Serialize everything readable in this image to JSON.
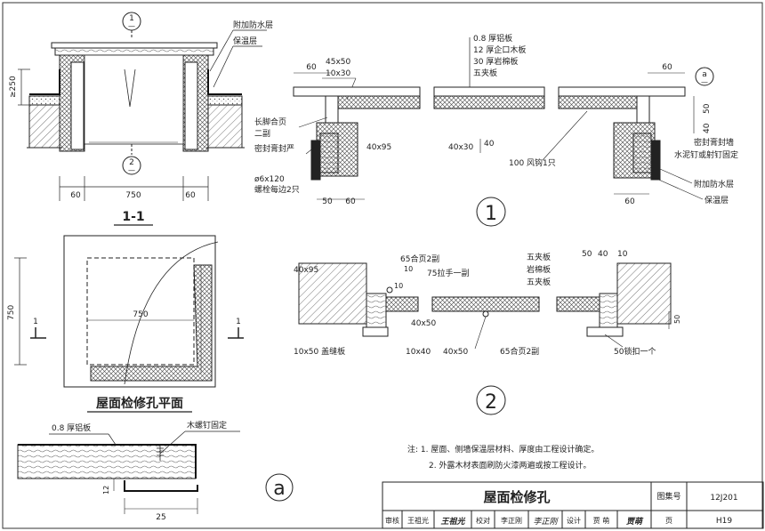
{
  "section_1_1": {
    "marker_top": "1",
    "marker_bottom": "2",
    "marker_sub": "—",
    "dim_height": "≥250",
    "dim_left": "60",
    "dim_mid": "750",
    "dim_right": "60",
    "label_waterproof": "附加防水层",
    "label_insulation": "保温层",
    "caption": "1-1"
  },
  "plan": {
    "dim_side": "750",
    "dim_inner": "750",
    "cut_left": "1",
    "cut_right": "1",
    "caption": "屋面检修孔平面"
  },
  "detail_1": {
    "label_al": "0.8 厚铝板",
    "label_wood": "12 厚企口木板",
    "label_rockwool": "30 厚岩棉板",
    "label_ply": "五夹板",
    "dim_45x50": "45x50",
    "dim_10x30": "10x30",
    "dim_60_left": "60",
    "dim_60_right": "60",
    "label_hinge": "长脚合页",
    "label_hinge2": "二副",
    "label_seal": "密封膏封严",
    "dim_40x95": "40x95",
    "dim_40x30": "40x30",
    "dim_40": "40",
    "dim_50": "50",
    "dim_40_right": "40",
    "label_hook": "100 风钩1只",
    "label_bolt": "ø6x120",
    "label_bolt2": "螺栓每边2只",
    "dim_50_bottom": "50",
    "dim_60_bottom": "60",
    "dim_60_right_bottom": "60",
    "label_seal_wall": "密封膏封墙",
    "label_nail": "水泥钉或射钉固定",
    "label_waterproof": "附加防水层",
    "label_insulation": "保温层",
    "marker_a": "a",
    "marker_a_sub": "—",
    "number": "1"
  },
  "detail_2": {
    "dim_40x95": "40x95",
    "label_hinge65": "65合页2副",
    "label_handle": "75拉手一副",
    "dim_10": "10",
    "dim_10b": "10",
    "label_ply": "五夹板",
    "label_rockwool": "岩棉板",
    "label_ply2": "五夹板",
    "dim_50": "50",
    "dim_40": "40",
    "dim_10_right": "10",
    "dim_40x50": "40x50",
    "label_cover": "10x50 盖缝板",
    "dim_10x40": "10x40",
    "dim_40x50_b": "40x50",
    "label_hinge65b": "65合页2副",
    "label_lock": "50锁扣一个",
    "dim_50_side": "50",
    "number": "2"
  },
  "detail_a": {
    "label_al": "0.8 厚铝板",
    "label_screw": "木螺钉固定",
    "dim_12": "12",
    "dim_25": "25",
    "marker": "a"
  },
  "notes": {
    "line1": "注: 1. 屋面、侧墙保温层材料、厚度由工程设计确定。",
    "line2": "2. 外露木材表面刷防火漆两遍或按工程设计。"
  },
  "title_block": {
    "title": "屋面检修孔",
    "atlas_label": "图集号",
    "atlas_no": "12J201",
    "review_label": "审核",
    "review_name": "王祖光",
    "review_sign": "王祖光",
    "check_label": "校对",
    "check_name": "李正刚",
    "check_sign": "李正刚",
    "design_label": "设计",
    "design_name": "贾  萌",
    "design_sign": "贾萌",
    "page_label": "页",
    "page_no": "H19"
  }
}
